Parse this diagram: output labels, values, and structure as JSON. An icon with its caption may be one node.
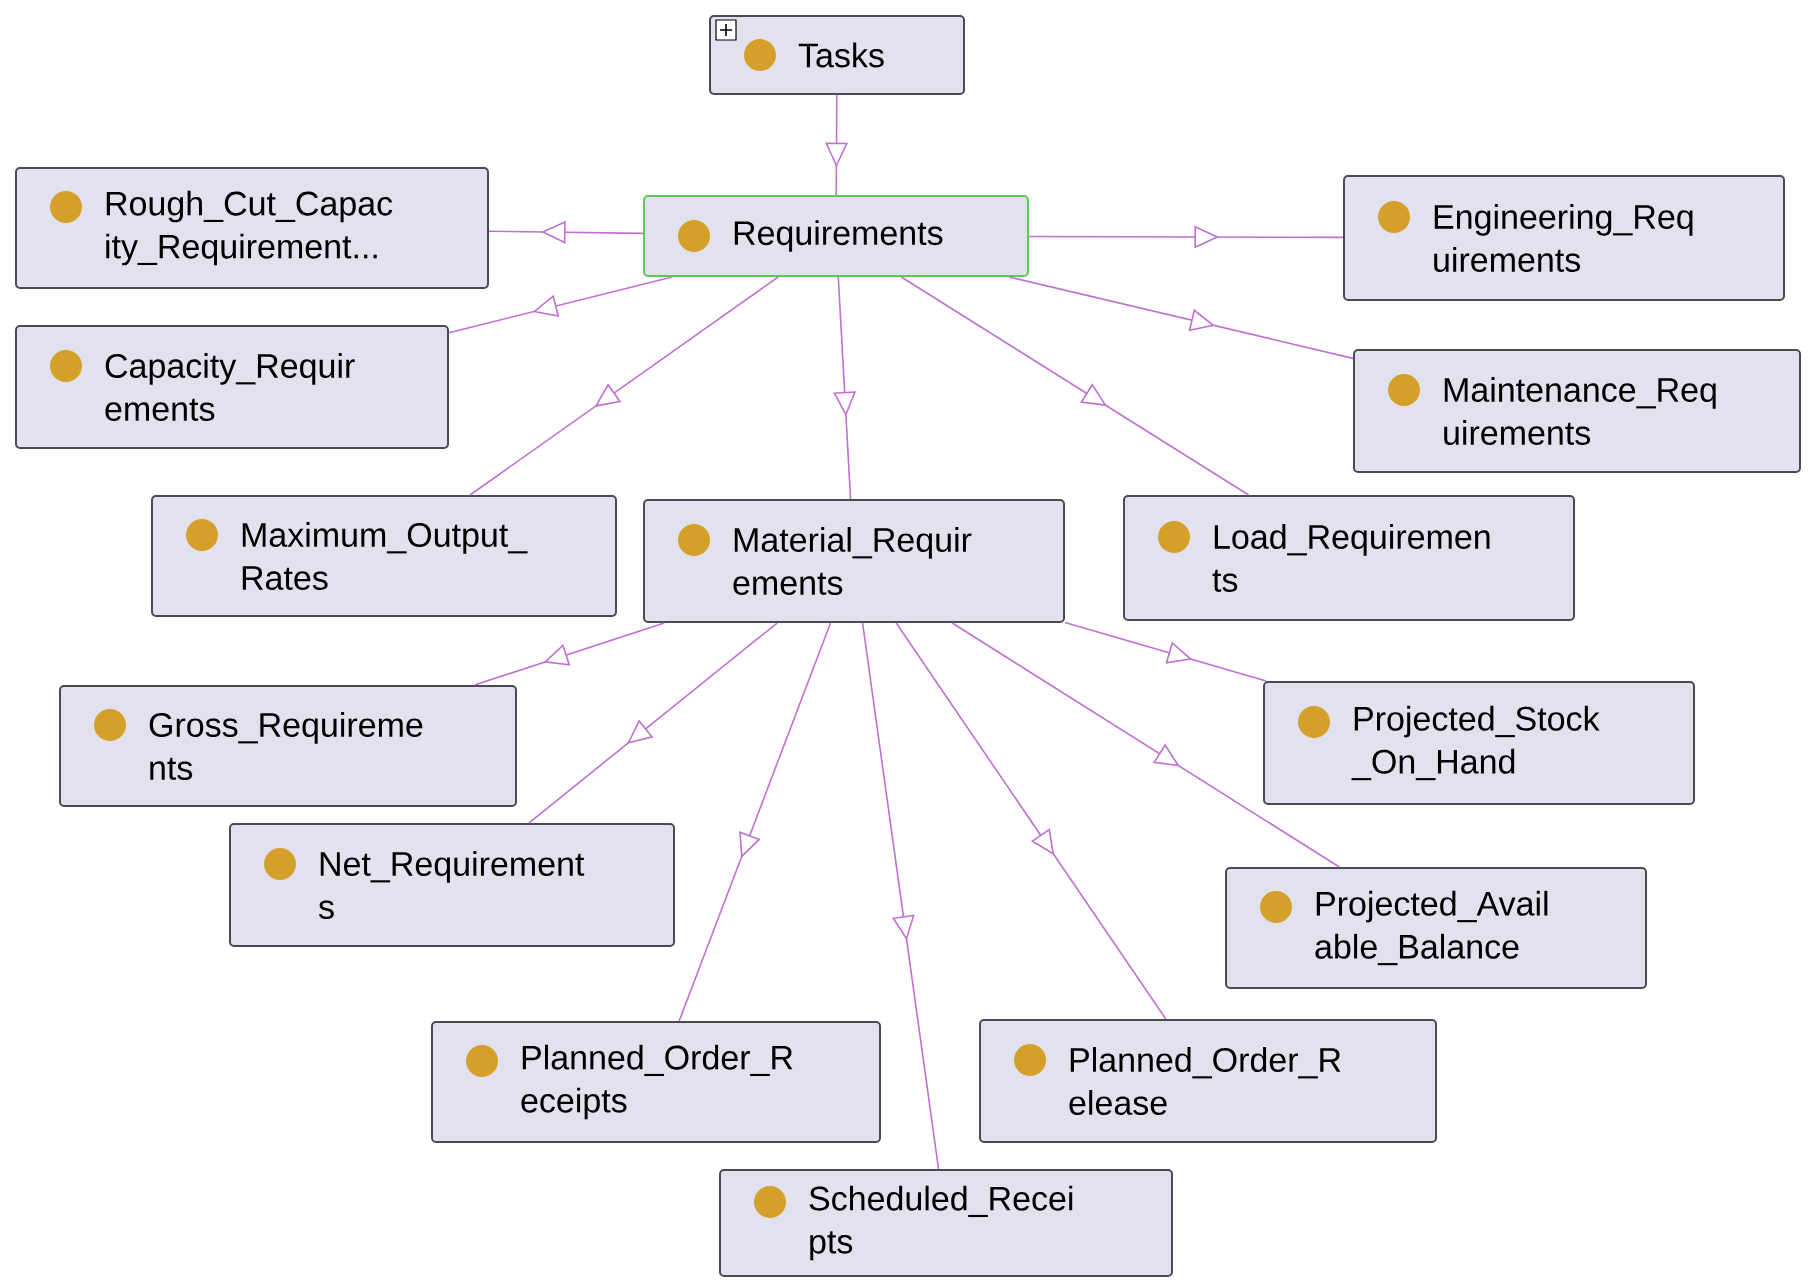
{
  "diagram": {
    "nodes": [
      {
        "text": [
          "Tasks"
        ]
      },
      {
        "text": [
          "Requirements"
        ]
      },
      {
        "text": [
          "Rough_Cut_Capac ity_Requirement..."
        ]
      },
      {
        "text": [
          "Engineering_Req uirements"
        ]
      },
      {
        "text": [
          "Capacity_Requir ements"
        ]
      },
      {
        "text": [
          "Maintenance_Req uirements"
        ]
      },
      {
        "text": [
          "Maximum_Output_ Rates"
        ]
      },
      {
        "text": [
          "Material_Requir ements"
        ]
      },
      {
        "text": [
          "Load_Requiremen ts"
        ]
      },
      {
        "text": [
          "Gross_Requireme nts"
        ]
      },
      {
        "text": [
          "Projected_Stock _On_Hand"
        ]
      },
      {
        "text": [
          "Net_Requirement s"
        ]
      },
      {
        "text": [
          "Projected_Avail able_Balance"
        ]
      },
      {
        "text": [
          "Planned_Order_R eceipts"
        ]
      },
      {
        "text": [
          "Planned_Order_R elease"
        ]
      },
      {
        "text": [
          "Scheduled_Recei pts"
        ]
      }
    ],
    "edges": [
      {
        "from": 0,
        "to": 1,
        "arrow": "to"
      },
      {
        "from": 1,
        "to": 2,
        "arrow": "to"
      },
      {
        "from": 1,
        "to": 3,
        "arrow": "to"
      },
      {
        "from": 1,
        "to": 4,
        "arrow": "to"
      },
      {
        "from": 1,
        "to": 5,
        "arrow": "to"
      },
      {
        "from": 1,
        "to": 6,
        "arrow": "to"
      },
      {
        "from": 1,
        "to": 7,
        "arrow": "to"
      },
      {
        "from": 1,
        "to": 8,
        "arrow": "to"
      },
      {
        "from": 7,
        "to": 9,
        "arrow": "to"
      },
      {
        "from": 7,
        "to": 10,
        "arrow": "to"
      },
      {
        "from": 7,
        "to": 11,
        "arrow": "to"
      },
      {
        "from": 7,
        "to": 12,
        "arrow": "to"
      },
      {
        "from": 7,
        "to": 13,
        "arrow": "to"
      },
      {
        "from": 7,
        "to": 14,
        "arrow": "to"
      },
      {
        "from": 7,
        "to": 15,
        "arrow": "to"
      }
    ]
  }
}
